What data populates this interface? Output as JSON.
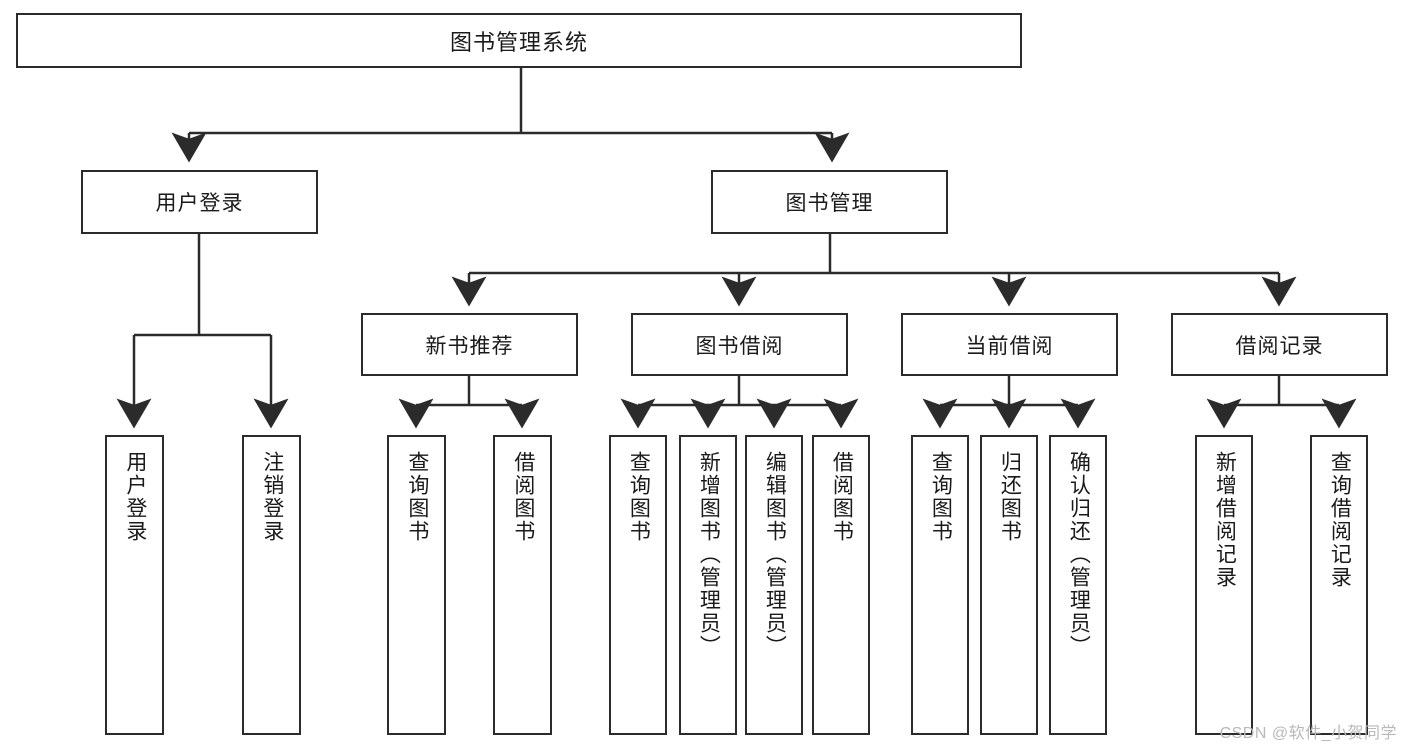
{
  "diagram": {
    "type": "tree",
    "title": "图书管理系统",
    "watermark": "CSDN @软件_小贺同学",
    "levels": {
      "root": {
        "label": "图书管理系统"
      },
      "level2": [
        {
          "id": "user-login",
          "label": "用户登录"
        },
        {
          "id": "book-management",
          "label": "图书管理"
        }
      ],
      "level3": [
        {
          "id": "new-book-recommend",
          "label": "新书推荐",
          "parent": "book-management"
        },
        {
          "id": "book-borrow",
          "label": "图书借阅",
          "parent": "book-management"
        },
        {
          "id": "current-borrow",
          "label": "当前借阅",
          "parent": "book-management"
        },
        {
          "id": "borrow-record",
          "label": "借阅记录",
          "parent": "book-management"
        }
      ],
      "leaves": [
        {
          "id": "leaf-user-login",
          "label": "用户登录",
          "parent": "user-login"
        },
        {
          "id": "leaf-user-logout",
          "label": "注销登录",
          "parent": "user-login"
        },
        {
          "id": "leaf-query-book-1",
          "label": "查询图书",
          "parent": "new-book-recommend"
        },
        {
          "id": "leaf-borrow-book-1",
          "label": "借阅图书",
          "parent": "new-book-recommend"
        },
        {
          "id": "leaf-query-book-2",
          "label": "查询图书",
          "parent": "book-borrow"
        },
        {
          "id": "leaf-add-book",
          "label": "新增图书（管理员）",
          "parent": "book-borrow"
        },
        {
          "id": "leaf-edit-book",
          "label": "编辑图书（管理员）",
          "parent": "book-borrow"
        },
        {
          "id": "leaf-borrow-book-2",
          "label": "借阅图书",
          "parent": "book-borrow"
        },
        {
          "id": "leaf-query-book-3",
          "label": "查询图书",
          "parent": "current-borrow"
        },
        {
          "id": "leaf-return-book",
          "label": "归还图书",
          "parent": "current-borrow"
        },
        {
          "id": "leaf-confirm-return",
          "label": "确认归还（管理员）",
          "parent": "current-borrow"
        },
        {
          "id": "leaf-add-record",
          "label": "新增借阅记录",
          "parent": "borrow-record"
        },
        {
          "id": "leaf-query-record",
          "label": "查询借阅记录",
          "parent": "borrow-record"
        }
      ]
    },
    "colors": {
      "stroke": "#2b2b2b",
      "fill": "#ffffff",
      "text": "#1a1a1a",
      "watermark": "#b9b9b9"
    }
  }
}
